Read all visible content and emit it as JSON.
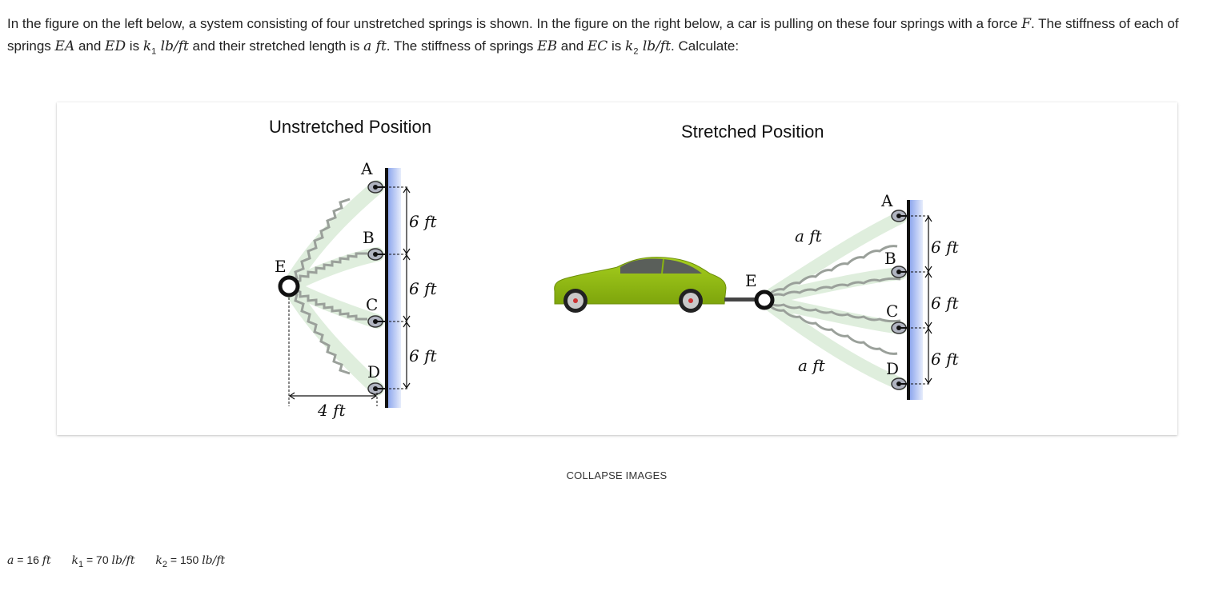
{
  "problem": {
    "t1": "In the figure on the left below, a system consisting of four unstretched springs is shown. In the figure on the right below, a car is pulling on these four springs with a force ",
    "F": "F",
    "t2": ". The stiffness of each of springs ",
    "EA": "EA",
    "t3": " and ",
    "ED": "ED",
    "t4": " is ",
    "k1": "k",
    "k1sub": "1",
    "unit1": " lb/ft",
    "t5": " and their stretched length is ",
    "a": "a",
    "unit2": " ft",
    "t6": ". The stiffness of springs ",
    "EB": "EB",
    "t7": " and ",
    "EC": "EC",
    "t8": " is ",
    "k2": "k",
    "k2sub": "2",
    "unit3": " lb/ft",
    "t9": ". Calculate:"
  },
  "figure": {
    "left_title": "Unstretched Position",
    "right_title": "Stretched Position",
    "labels": {
      "A": "A",
      "B": "B",
      "C": "C",
      "D": "D",
      "E": "E"
    },
    "dim_6ft": "6 ft",
    "dim_4ft": "4 ft",
    "dim_aft": "a ft"
  },
  "collapse_label": "COLLAPSE IMAGES",
  "values": {
    "a_sym": "a",
    "a_val": " = 16 ",
    "a_unit": "ft",
    "k1_sym": "k",
    "k1_sub": "1",
    "k1_val": " = 70 ",
    "k1_unit": "lb/ft",
    "k2_sym": "k",
    "k2_sub": "2",
    "k2_val": " = 150 ",
    "k2_unit": "lb/ft"
  },
  "colors": {
    "car_body": "#8ab510",
    "wall": "#b8c8f0",
    "spring": "#9aa09a"
  }
}
